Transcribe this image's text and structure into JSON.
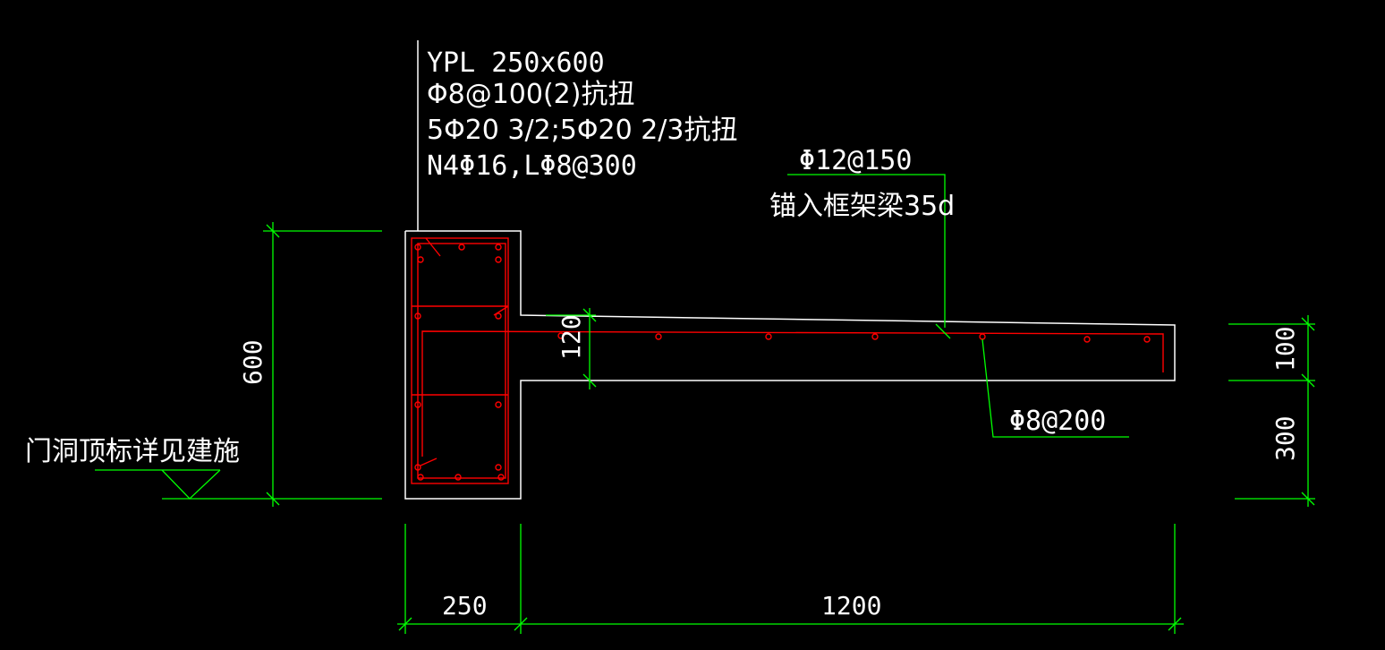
{
  "beam_callout": {
    "line1": "YPL 250x600",
    "line2": "Φ8@100(2)抗扭",
    "line3": "5Φ20 3/2;5Φ20 2/3抗扭",
    "line4": "N4Φ16,LΦ8@300"
  },
  "slab_top_rebar": {
    "spec": "Φ12@150",
    "note": "锚入框架梁35d"
  },
  "slab_bottom_rebar": {
    "spec": "Φ8@200"
  },
  "elevation_note": "门洞顶标详见建施",
  "dimensions": {
    "beam_height": "600",
    "slab_thickness": "120",
    "right_top": "100",
    "right_bottom": "300",
    "beam_width": "250",
    "slab_length": "1200"
  },
  "colors": {
    "background": "#000000",
    "outline": "#ffffff",
    "rebar": "#ff0000",
    "dimension": "#00ff00",
    "text": "#ffffff"
  }
}
